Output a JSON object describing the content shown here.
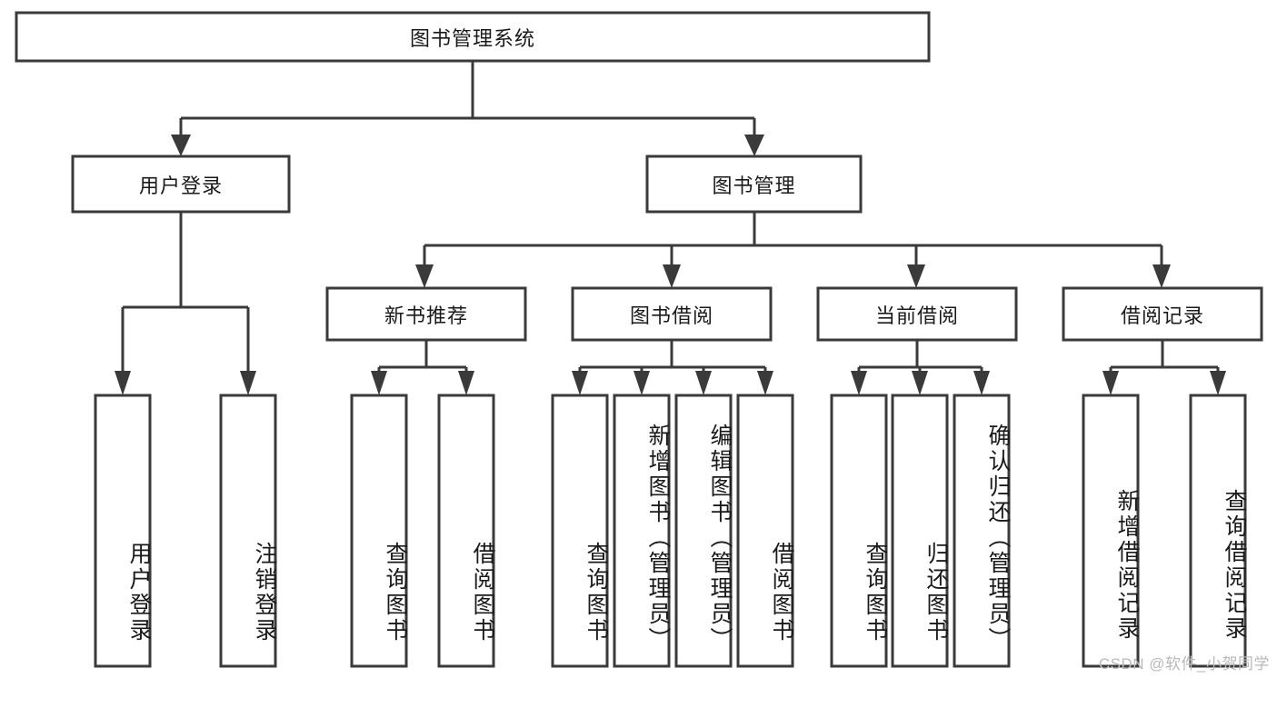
{
  "diagram": {
    "title": "图书管理系统",
    "type": "tree",
    "watermark": "CSDN @软件_小贺同学",
    "colors": {
      "box_stroke": "#3a3a3a",
      "box_fill": "#ffffff",
      "text": "#1a1a1a",
      "background": "#ffffff",
      "watermark": "#b9b9b9"
    },
    "levels": {
      "root": {
        "label": "图书管理系统",
        "orientation": "horizontal"
      },
      "level2": [
        {
          "label": "用户登录",
          "orientation": "horizontal"
        },
        {
          "label": "图书管理",
          "orientation": "horizontal"
        }
      ],
      "level3": [
        {
          "label": "新书推荐",
          "orientation": "horizontal",
          "parent": "图书管理"
        },
        {
          "label": "图书借阅",
          "orientation": "horizontal",
          "parent": "图书管理"
        },
        {
          "label": "当前借阅",
          "orientation": "horizontal",
          "parent": "图书管理"
        },
        {
          "label": "借阅记录",
          "orientation": "horizontal",
          "parent": "图书管理"
        }
      ],
      "leaves": [
        {
          "label": "用户登录",
          "orientation": "vertical",
          "parent": "用户登录"
        },
        {
          "label": "注销登录",
          "orientation": "vertical",
          "parent": "用户登录"
        },
        {
          "label": "查询图书",
          "orientation": "vertical",
          "parent": "新书推荐"
        },
        {
          "label": "借阅图书",
          "orientation": "vertical",
          "parent": "新书推荐"
        },
        {
          "label": "查询图书",
          "orientation": "vertical",
          "parent": "图书借阅"
        },
        {
          "label": "新增图书（管理员）",
          "orientation": "vertical",
          "parent": "图书借阅"
        },
        {
          "label": "编辑图书（管理员）",
          "orientation": "vertical",
          "parent": "图书借阅"
        },
        {
          "label": "借阅图书",
          "orientation": "vertical",
          "parent": "图书借阅"
        },
        {
          "label": "查询图书",
          "orientation": "vertical",
          "parent": "当前借阅"
        },
        {
          "label": "归还图书",
          "orientation": "vertical",
          "parent": "当前借阅"
        },
        {
          "label": "确认归还（管理员）",
          "orientation": "vertical",
          "parent": "当前借阅"
        },
        {
          "label": "新增借阅记录",
          "orientation": "vertical",
          "parent": "借阅记录"
        },
        {
          "label": "查询借阅记录",
          "orientation": "vertical",
          "parent": "借阅记录"
        }
      ]
    }
  }
}
